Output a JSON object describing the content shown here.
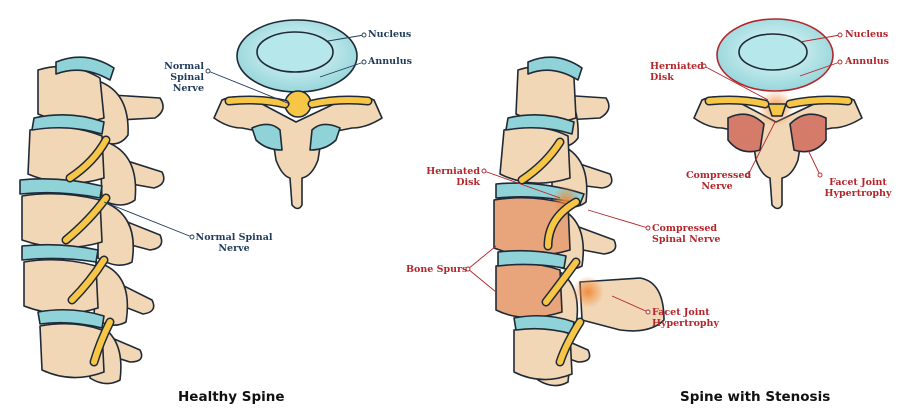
{
  "healthy": {
    "title": "Healthy Spine",
    "labels": {
      "nucleus": "Nucleus",
      "annulus": "Annulus",
      "normal_nerve_top": "Normal Spinal\nNerve",
      "normal_nerve_side": "Normal Spinal\nNerve"
    }
  },
  "stenosis": {
    "title": "Spine with Stenosis",
    "labels": {
      "nucleus": "Nucleus",
      "annulus": "Annulus",
      "herniated_top": "Herniated\nDisk",
      "compressed_nerve_top": "Compressed\nNerve",
      "facet_top": "Facet Joint\nHypertrophy",
      "herniated_side": "Herniated\nDisk",
      "compressed_spinal_nerve": "Compressed\nSpinal Nerve",
      "bone_spurs": "Bone Spurs",
      "facet_side": "Facet Joint\nHypertrophy"
    }
  },
  "colors": {
    "bone_fill": "#f2d7b6",
    "bone_stroke": "#1f2a36",
    "disc_fill": "#8fd3d8",
    "nerve_fill": "#f7c646",
    "label_blue": "#1f3b5c",
    "label_red": "#b3262b"
  }
}
